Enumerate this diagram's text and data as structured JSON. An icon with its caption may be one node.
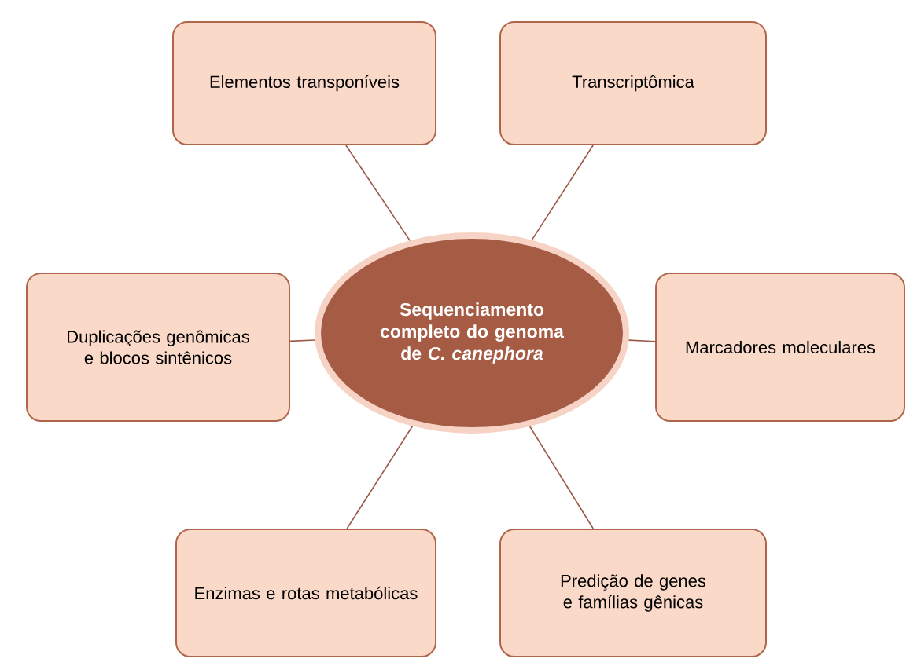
{
  "diagram": {
    "nodes": [
      {
        "text": [
          "Sequenciamento completo do genoma de *C. canephora*"
        ]
      },
      {
        "text": [
          "Elementos transponíveis"
        ]
      },
      {
        "text": [
          "Transcriptômica"
        ]
      },
      {
        "text": [
          "Duplicações genômicas e blocos sintênicos"
        ]
      },
      {
        "text": [
          "Marcadores moleculares"
        ]
      },
      {
        "text": [
          "Enzimas e rotas metabólicas"
        ]
      },
      {
        "text": [
          "Predição de genes e famílias gênicas"
        ]
      }
    ],
    "edges": [
      {
        "from": 1,
        "to": 0,
        "arrow": "none"
      },
      {
        "from": 2,
        "to": 0,
        "arrow": "none"
      },
      {
        "from": 3,
        "to": 0,
        "arrow": "none"
      },
      {
        "from": 4,
        "to": 0,
        "arrow": "none"
      },
      {
        "from": 5,
        "to": 0,
        "arrow": "none"
      },
      {
        "from": 6,
        "to": 0,
        "arrow": "none"
      }
    ]
  }
}
